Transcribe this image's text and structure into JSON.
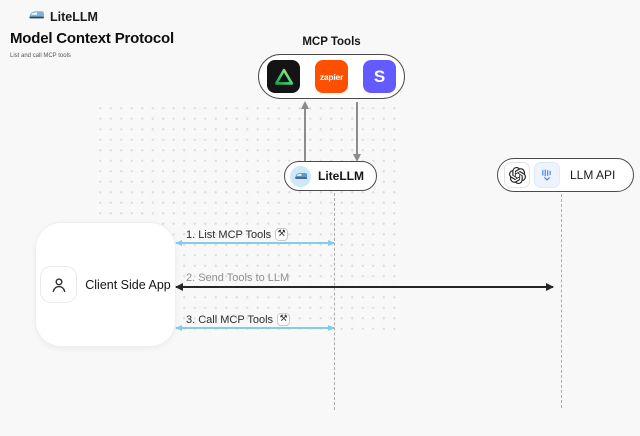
{
  "brand": {
    "name": "LiteLLM"
  },
  "header": {
    "title": "Model Context Protocol",
    "subtitle": "List and call MCP tools"
  },
  "mcp_tools": {
    "label": "MCP Tools",
    "tools": [
      {
        "name": "triangle-tool"
      },
      {
        "name": "zapier",
        "label": "zapier"
      },
      {
        "name": "stripe",
        "label": "S"
      }
    ]
  },
  "nodes": {
    "litellm": {
      "label": "LiteLLM"
    },
    "llm_api": {
      "label": "LLM API"
    },
    "client": {
      "label": "Client Side App"
    }
  },
  "sequence_steps": [
    {
      "label": "1. List MCP Tools",
      "tool_icon": true
    },
    {
      "label": "2. Send Tools to LLM",
      "tool_icon": false
    },
    {
      "label": "3. Call MCP Tools",
      "tool_icon": true
    }
  ],
  "icons": {
    "tool_badge_glyph": "⚒"
  },
  "colors": {
    "background": "#f8f8f8",
    "blue_arrow": "#85cbeb",
    "dark_arrow": "#262626",
    "gray_arrow": "#8c8c8c",
    "node_border": "#4b4b4b",
    "zapier_orange": "#ff4f00",
    "stripe_purple": "#635bff",
    "tool_black": "#141414",
    "litellm_icon_bg": "#cde8f6"
  }
}
